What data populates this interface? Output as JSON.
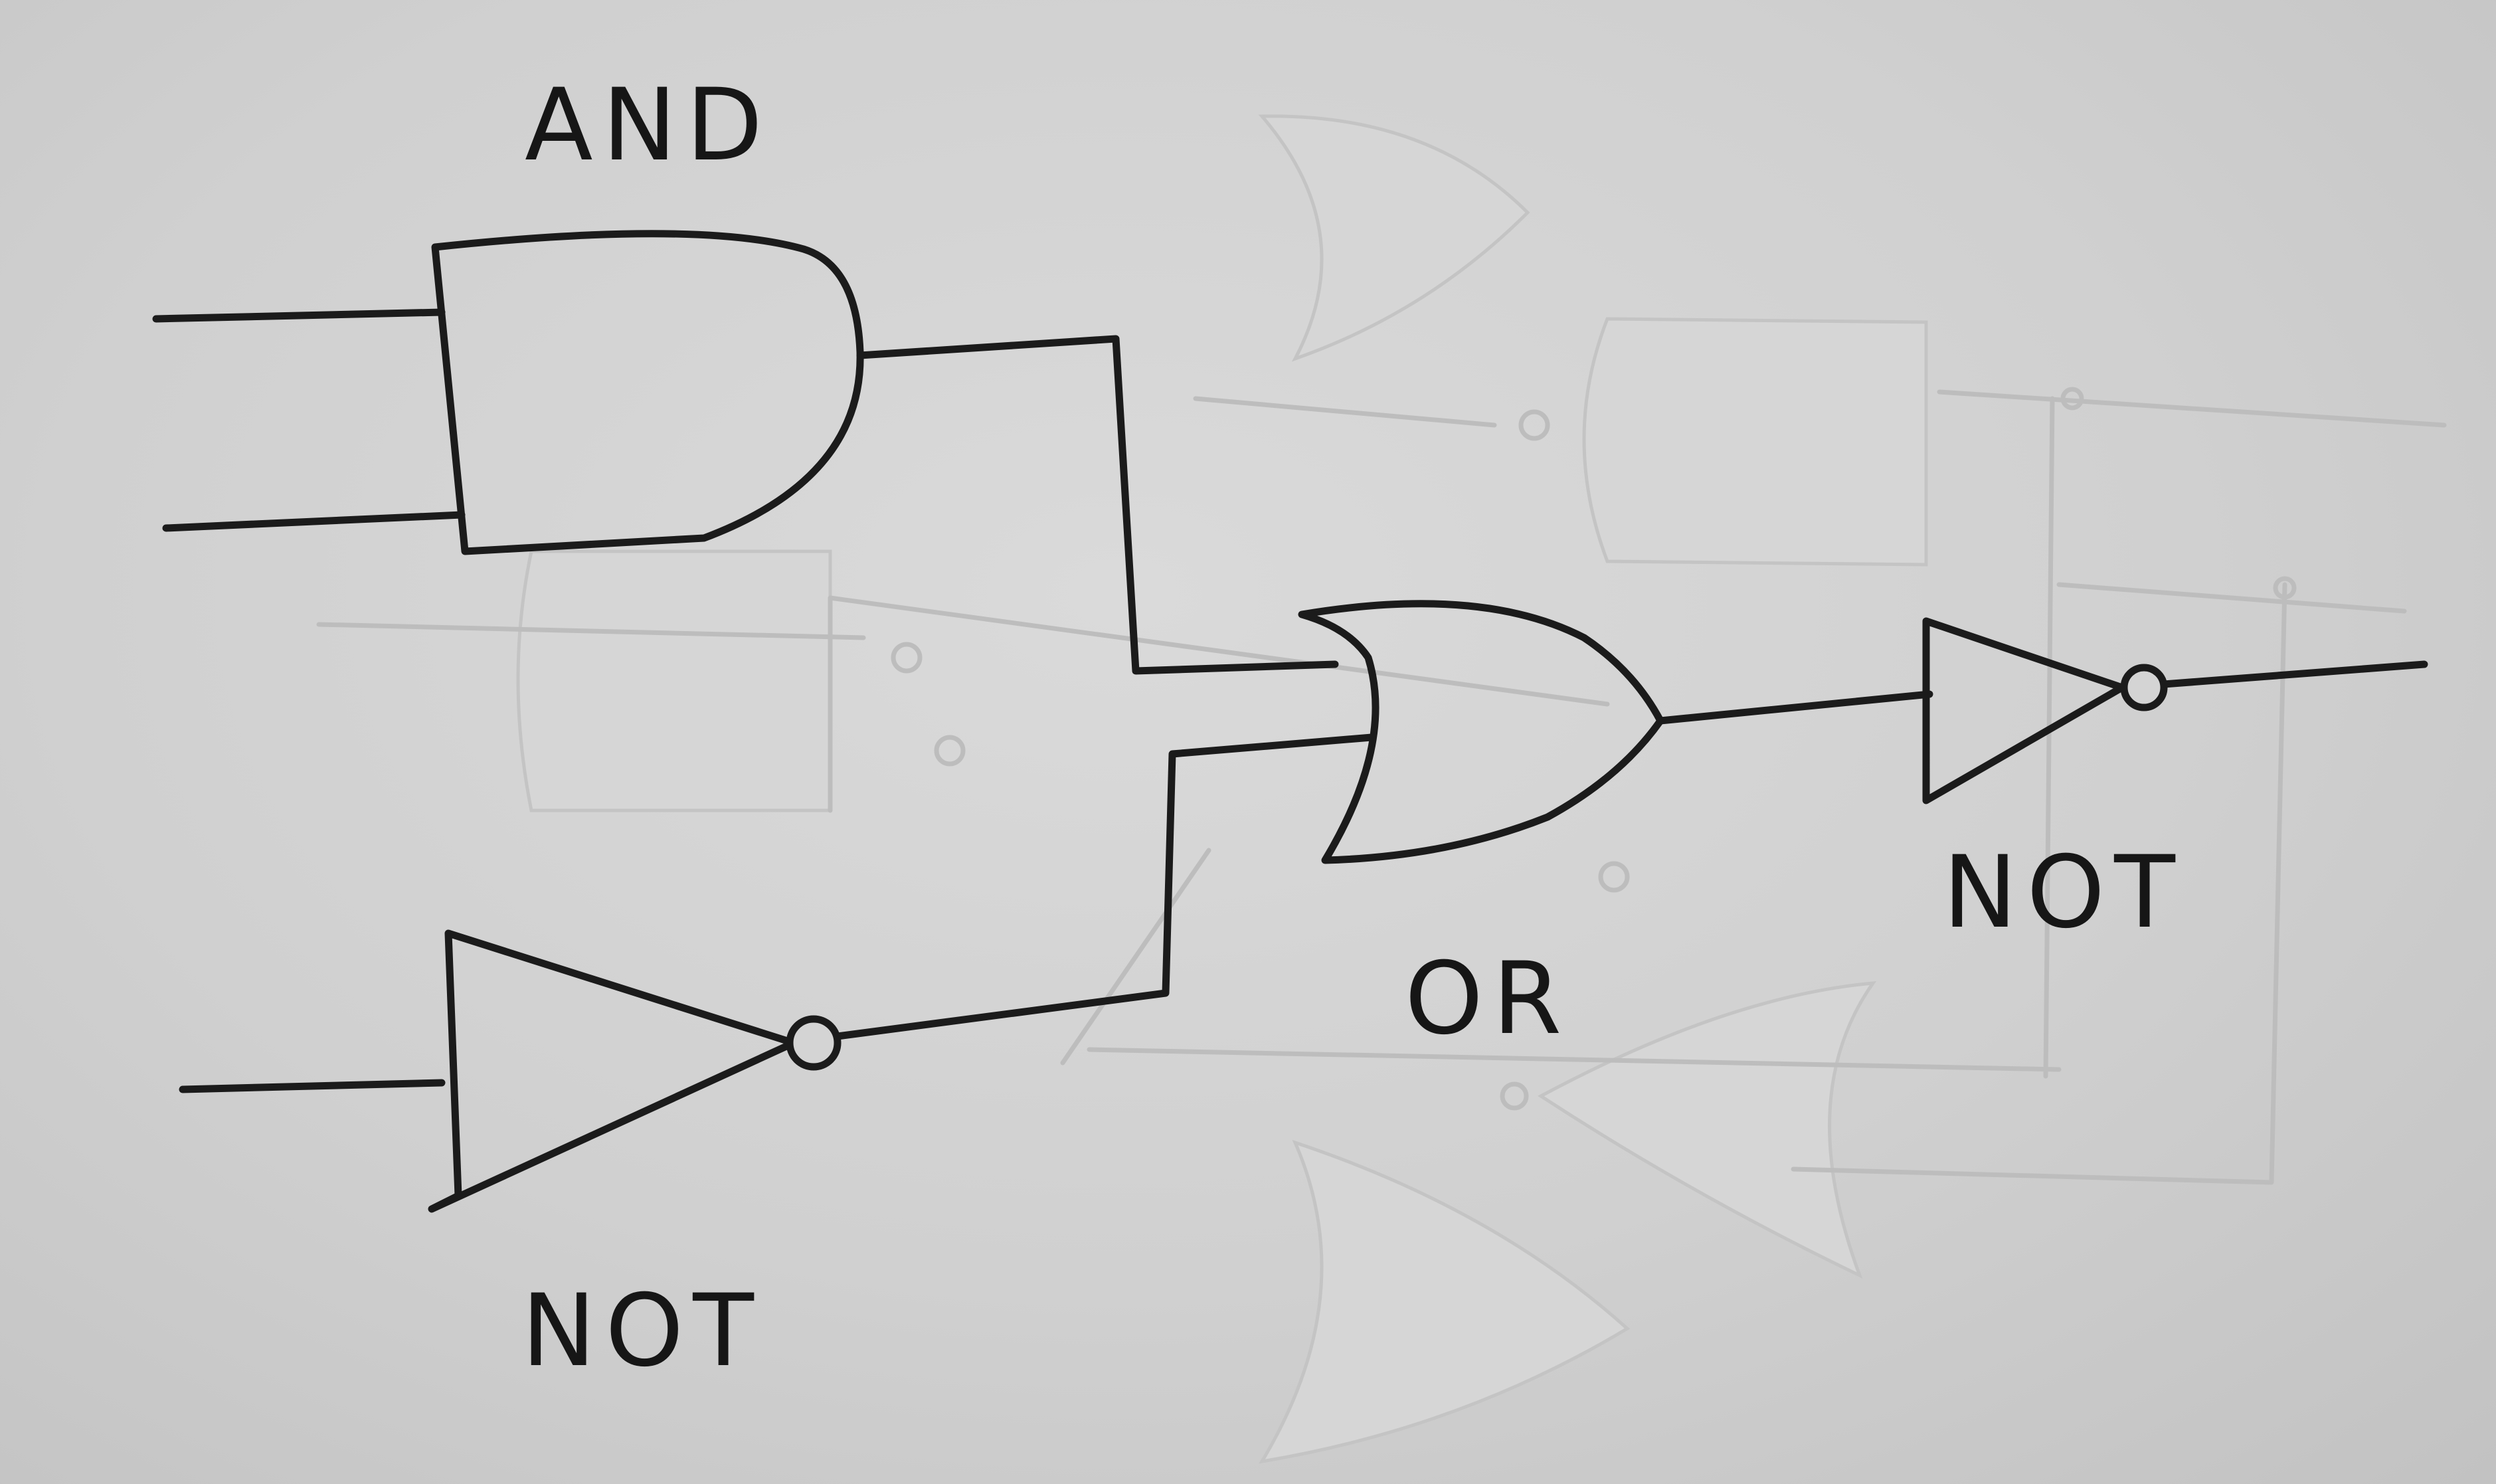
{
  "labels": {
    "and_gate": "AND",
    "not_gate_bottom": "NOT",
    "or_gate": "OR",
    "not_gate_right": "NOT"
  }
}
